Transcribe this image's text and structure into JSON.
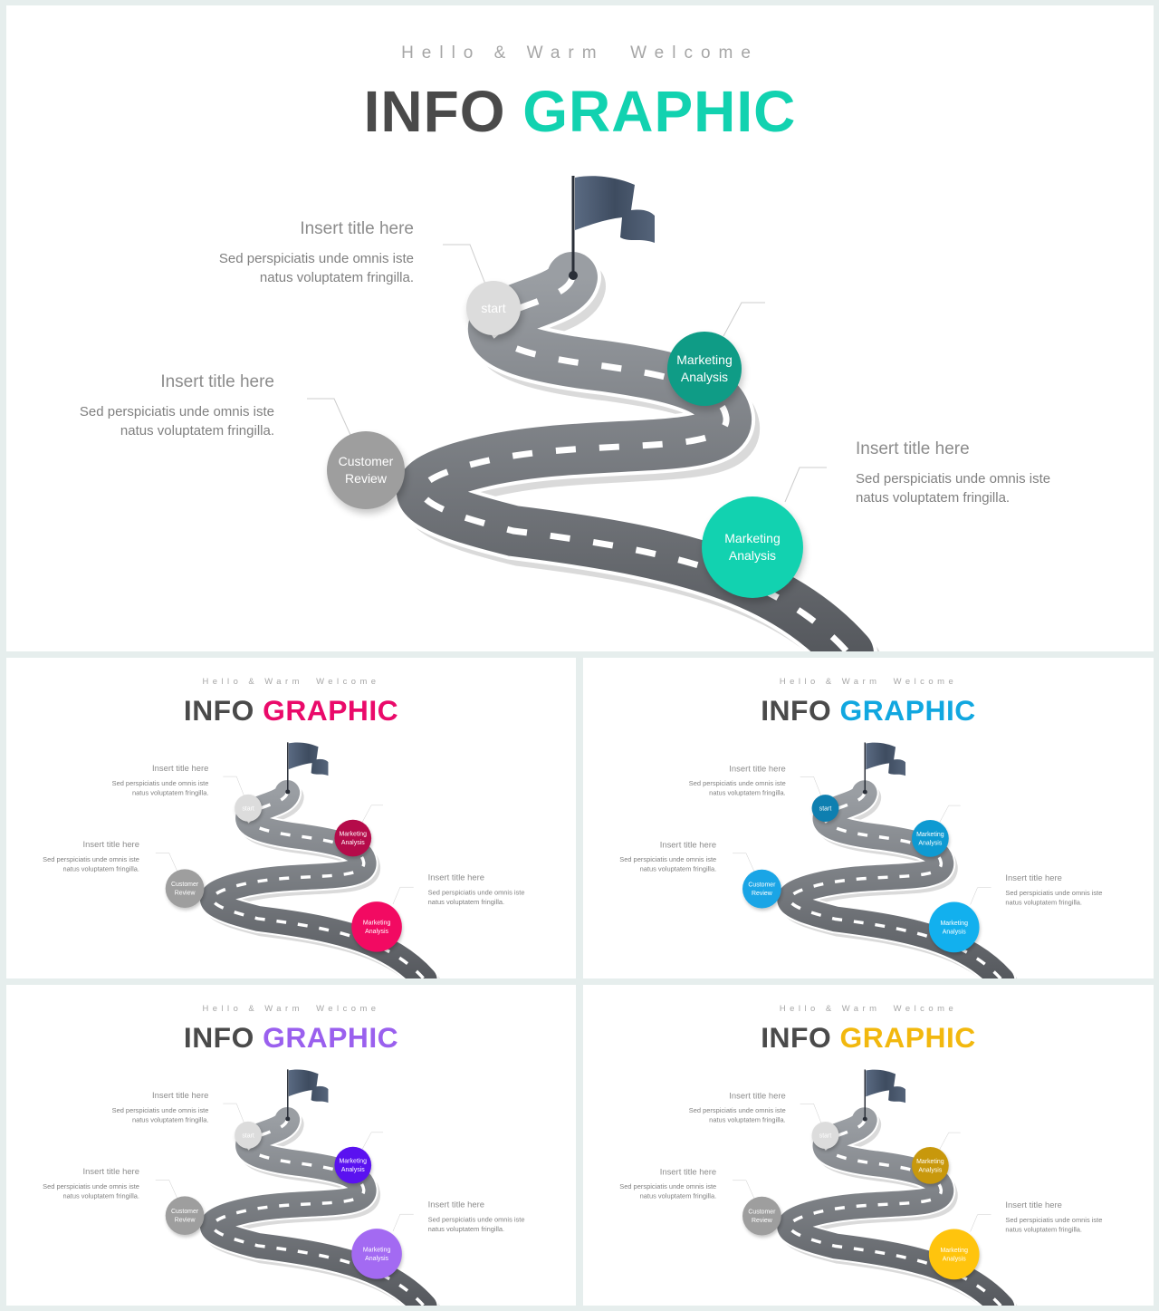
{
  "slides": [
    {
      "id": "main",
      "accent": "#12d2b0",
      "c_start": "#dcdcdc",
      "c_review": "#9e9e9e",
      "c_m1": "#0f9c86",
      "c_m2": "#12d2b0"
    },
    {
      "id": "pink",
      "accent": "#ea0a6a",
      "c_start": "#dcdcdc",
      "c_review": "#9e9e9e",
      "c_m1": "#b50b4a",
      "c_m2": "#f20a62"
    },
    {
      "id": "blue",
      "accent": "#11a7e0",
      "c_start": "#0e7fb0",
      "c_review": "#1aa5e6",
      "c_m1": "#0e9ad2",
      "c_m2": "#12b0ee"
    },
    {
      "id": "purple",
      "accent": "#9a60ee",
      "c_start": "#dcdcdc",
      "c_review": "#9e9e9e",
      "c_m1": "#5a12f0",
      "c_m2": "#a36af2"
    },
    {
      "id": "gold",
      "accent": "#f2b80e",
      "c_start": "#dcdcdc",
      "c_review": "#9e9e9e",
      "c_m1": "#c8980c",
      "c_m2": "#ffc40d"
    }
  ],
  "content": {
    "header": "Hello & Warm  Welcome",
    "title_a": "INFO",
    "title_b": "GRAPHIC",
    "item_title": "Insert title here",
    "item_desc_1": "Sed perspiciatis unde omnis iste",
    "item_desc_2": "natus voluptatem fringilla.",
    "start": "start",
    "review_1": "Customer",
    "review_2": "Review",
    "marketing_1": "Marketing",
    "marketing_2": "Analysis"
  },
  "icons": {
    "flag": "flag-icon"
  }
}
